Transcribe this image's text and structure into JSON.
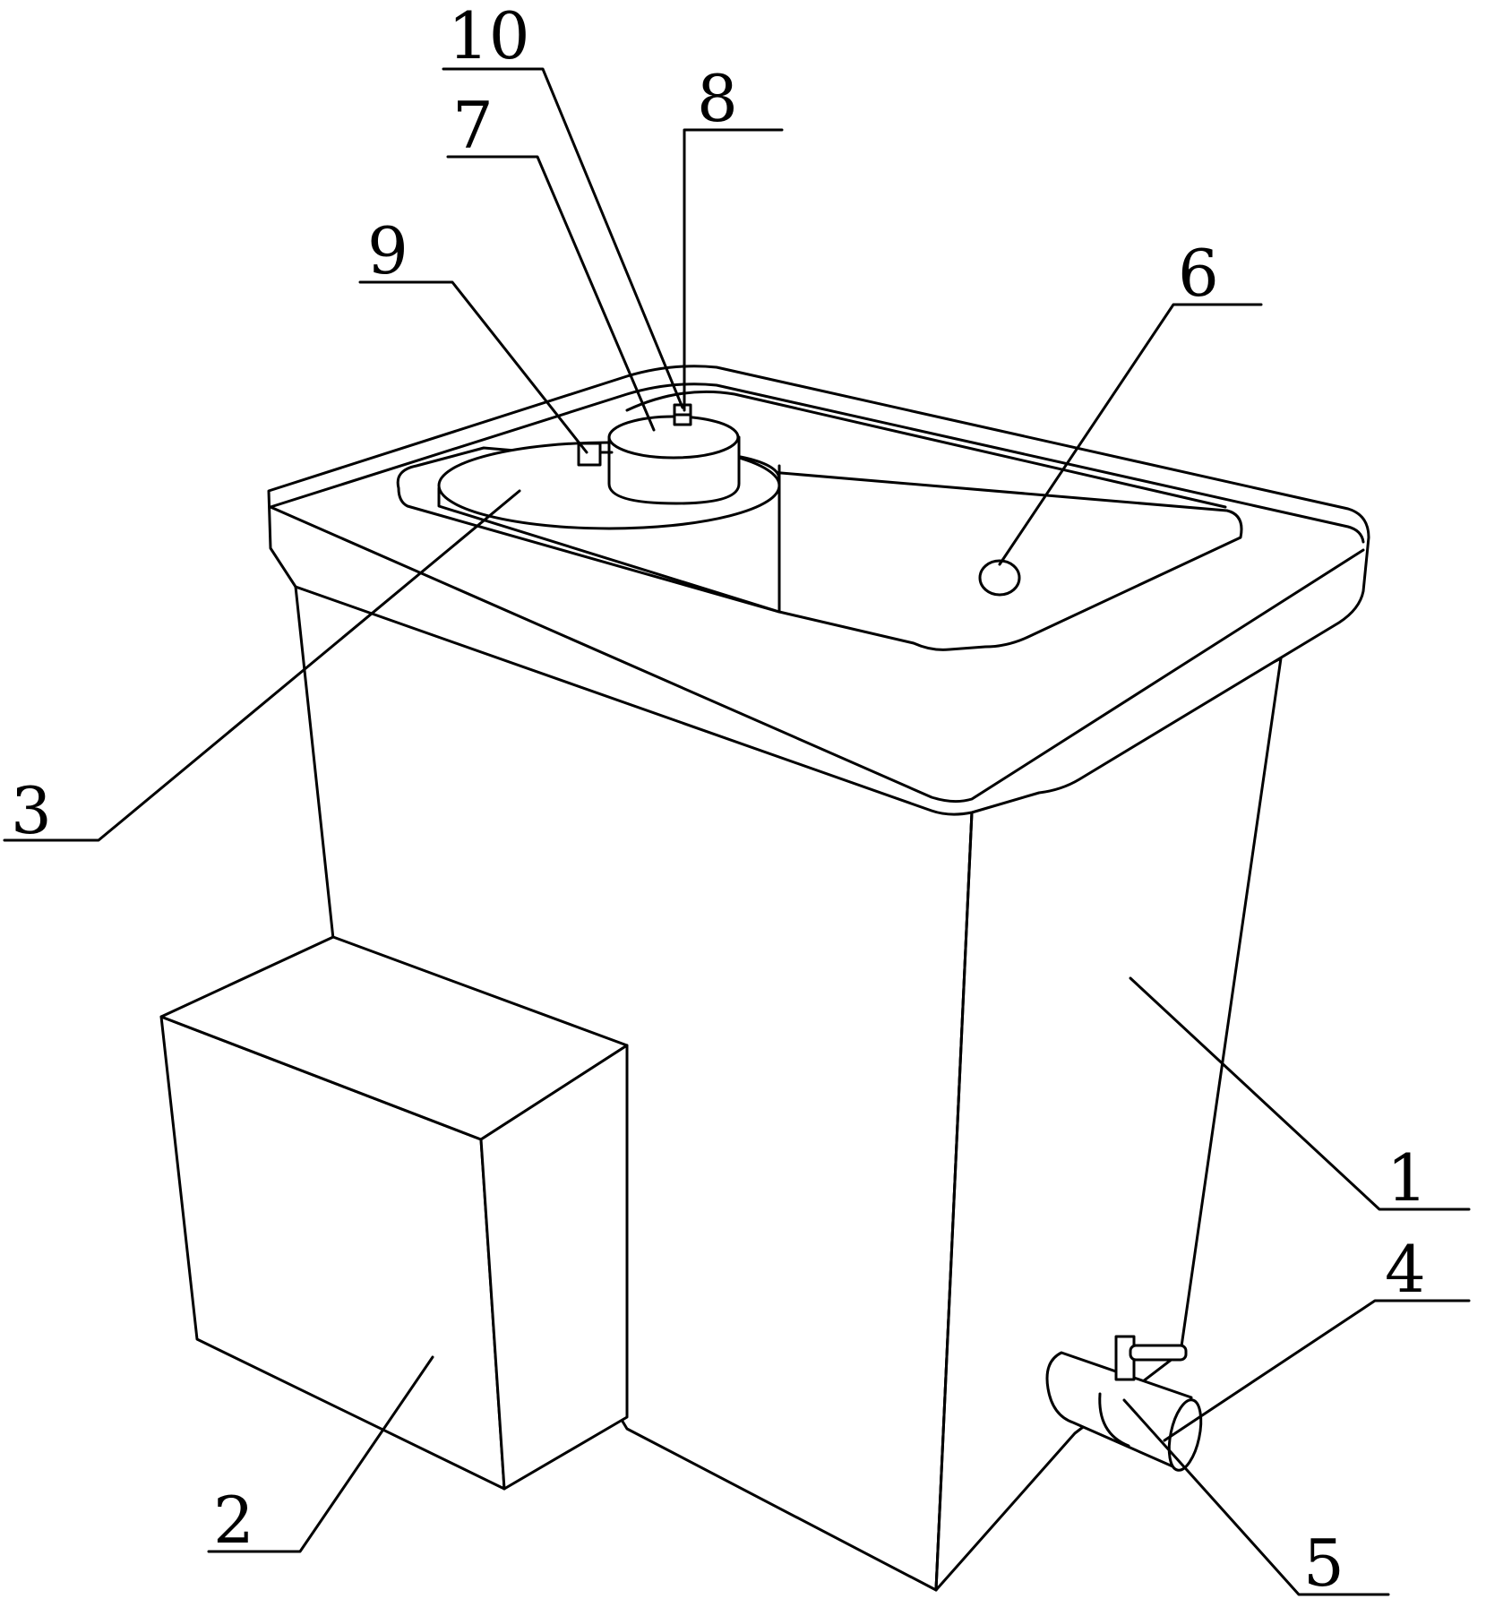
{
  "diagram": {
    "labels": [
      {
        "id": "label-1",
        "text": "1"
      },
      {
        "id": "label-2",
        "text": "2"
      },
      {
        "id": "label-3",
        "text": "3"
      },
      {
        "id": "label-4",
        "text": "4"
      },
      {
        "id": "label-5",
        "text": "5"
      },
      {
        "id": "label-6",
        "text": "6"
      },
      {
        "id": "label-7",
        "text": "7"
      },
      {
        "id": "label-8",
        "text": "8"
      },
      {
        "id": "label-9",
        "text": "9"
      },
      {
        "id": "label-10",
        "text": "10"
      }
    ]
  }
}
